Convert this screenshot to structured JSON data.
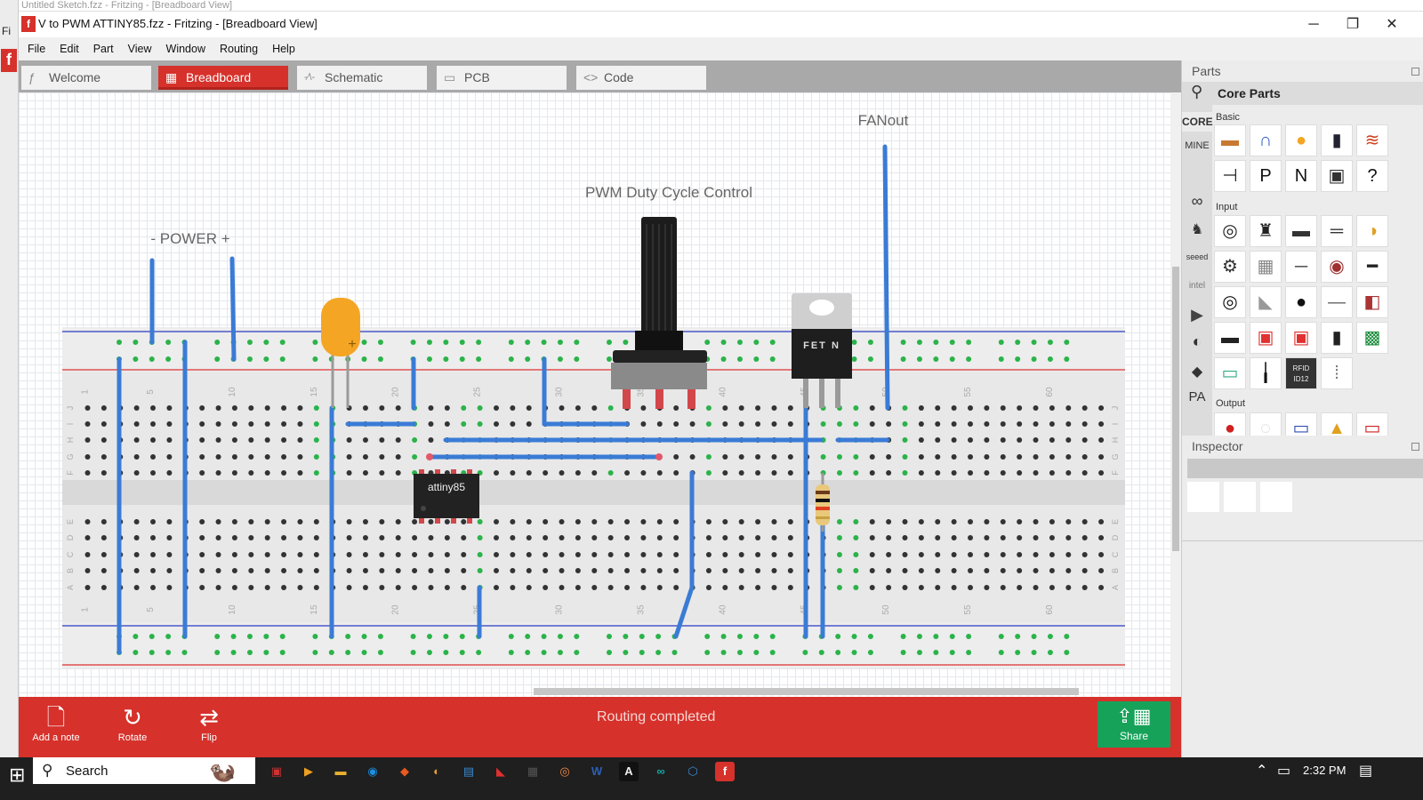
{
  "background_window": {
    "title": "Untitled Sketch.fzz - Fritzing - [Breadboard View]"
  },
  "window": {
    "title": "V to PWM ATTINY85.fzz - Fritzing - [Breadboard View]",
    "app_icon_letter": "f",
    "minimize": "─",
    "restore": "❐",
    "close": "✕"
  },
  "left_strip": {
    "label": "Fi",
    "logo": "f"
  },
  "menu": [
    "File",
    "Edit",
    "Part",
    "View",
    "Window",
    "Routing",
    "Help"
  ],
  "tabs": [
    {
      "label": "Welcome",
      "icon": "fritzing-f-icon",
      "glyph": "ƒ",
      "active": false
    },
    {
      "label": "Breadboard",
      "icon": "breadboard-icon",
      "glyph": "▦",
      "active": true
    },
    {
      "label": "Schematic",
      "icon": "schematic-icon",
      "glyph": "-⁄\\-",
      "active": false
    },
    {
      "label": "PCB",
      "icon": "pcb-icon",
      "glyph": "▭",
      "active": false
    },
    {
      "label": "Code",
      "icon": "code-icon",
      "glyph": "<>",
      "active": false
    }
  ],
  "canvas": {
    "labels": {
      "power": "- POWER +",
      "pwm": "PWM Duty Cycle Control",
      "fanout": "FANout"
    },
    "chip_label": "attiny85",
    "fet_label": "FET N",
    "column_numbers": [
      "1",
      "5",
      "10",
      "15",
      "20",
      "25",
      "30",
      "35",
      "40",
      "45",
      "50",
      "55",
      "60"
    ],
    "row_letters_top": [
      "J",
      "I",
      "H",
      "G",
      "F"
    ],
    "row_letters_bottom": [
      "E",
      "D",
      "C",
      "B",
      "A"
    ],
    "plus_mark": "+"
  },
  "bottom_bar": {
    "add_note": "Add a note",
    "rotate": "Rotate",
    "flip": "Flip",
    "status": "Routing completed",
    "share": "Share"
  },
  "parts_panel": {
    "title": "Parts",
    "search_label": "Core Parts",
    "bins": [
      "CORE",
      "MINE",
      "∞",
      "♞",
      "seeed",
      "intel",
      "▶",
      "◐",
      "◆",
      "PA"
    ],
    "sections": {
      "basic": "Basic",
      "input": "Input",
      "output": "Output"
    },
    "basic_parts": [
      "resistor-icon",
      "led-icon",
      "capacitor-icon",
      "electrolytic-capacitor-icon",
      "inductor-icon",
      "diode-icon",
      "pnp-transistor-icon",
      "npn-transistor-icon",
      "fet-icon",
      "mystery-part-icon"
    ],
    "basic_glyphs": [
      "▬",
      "∩",
      "●",
      "▮",
      "≋",
      "⊣",
      "P",
      "N",
      "▣",
      "?"
    ],
    "input_parts": [
      "potentiometer-icon",
      "trimmer-icon",
      "slide-pot-icon",
      "pin-header-icon",
      "piezo-icon",
      "rotary-encoder-icon",
      "dip-switch-icon",
      "toggle-switch-icon",
      "pushbutton-icon",
      "slide-switch-icon",
      "knob-icon",
      "tilt-sensor-icon",
      "mic-icon",
      "wire-icon",
      "reed-relay-icon",
      "ir-receiver-icon",
      "accelerometer-icon",
      "breakout-board-icon",
      "temperature-sensor-icon",
      "sensor-board-icon",
      "reed-switch-icon",
      "probe-icon",
      "rfid-icon",
      "hall-sensor-icon"
    ],
    "input_glyphs": [
      "◎",
      "♜",
      "▬",
      "═",
      "◑",
      "⚙",
      "▦",
      "─",
      "◉",
      "━",
      "◎",
      "◣",
      "●",
      "—",
      "◧",
      "▬",
      "▣",
      "▣",
      "▮",
      "▩",
      "▭",
      "╽",
      "▤",
      "⁞"
    ],
    "input_rfid_label": "RFID ID12",
    "output_glyphs": [
      "●",
      "◌",
      "▭",
      "▲",
      "▭"
    ]
  },
  "inspector": {
    "title": "Inspector"
  },
  "taskbar": {
    "search_placeholder": "Search",
    "time": "2:32 PM",
    "apps": [
      "task-view-icon",
      "media-icon",
      "file-explorer-icon",
      "edge-icon",
      "brave-icon",
      "files-icon",
      "remote-desktop-icon",
      "acrobat-icon",
      "calculator-icon",
      "chrome-icon",
      "word-icon",
      "inkscape-icon",
      "arduino-icon",
      "app-icon",
      "fritzing-icon"
    ]
  },
  "colors": {
    "fritzing_red": "#d6312b",
    "share_green": "#17a25a",
    "wire_blue": "#3a7bd5",
    "hole_green": "#2bb34a",
    "rail_red": "#e05050",
    "rail_blue": "#4a58c8"
  }
}
